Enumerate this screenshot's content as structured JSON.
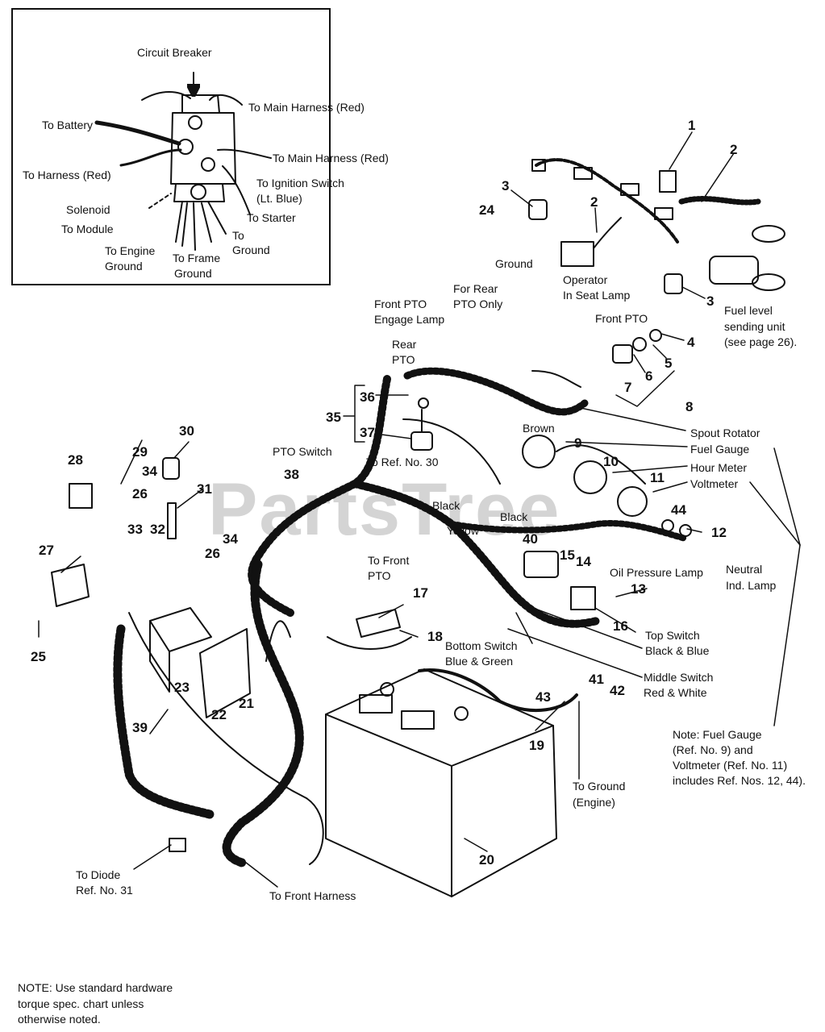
{
  "watermark": "PartsTree",
  "inset": {
    "title": "Circuit Breaker",
    "labels": {
      "to_main_harness_1": "To Main Harness (Red)",
      "to_battery": "To Battery",
      "to_main_harness_2": "To Main Harness (Red)",
      "to_harness": "To Harness (Red)",
      "to_ignition_1": "To Ignition Switch",
      "to_ignition_2": "(Lt. Blue)",
      "solenoid": "Solenoid",
      "to_starter": "To Starter",
      "to_module": "To Module",
      "to_ground_1": "To",
      "to_ground_2": "Ground",
      "to_engine_ground_1": "To Engine",
      "to_engine_ground_2": "Ground",
      "to_frame_ground_1": "To Frame",
      "to_frame_ground_2": "Ground"
    }
  },
  "callouts": {
    "fuel_level_1": "Fuel level",
    "fuel_level_2": "sending unit",
    "fuel_level_3": "(see page 26).",
    "ground": "Ground",
    "operator_1": "Operator",
    "operator_2": "In Seat Lamp",
    "for_rear_1": "For Rear",
    "for_rear_2": "PTO Only",
    "front_pto_engage_1": "Front PTO",
    "front_pto_engage_2": "Engage Lamp",
    "front_pto": "Front PTO",
    "rear_pto_1": "Rear",
    "rear_pto_2": "PTO",
    "pto_switch": "PTO Switch",
    "to_ref_30": "To Ref. No. 30",
    "brown": "Brown",
    "spout_rotator": "Spout Rotator",
    "fuel_gauge": "Fuel Gauge",
    "hour_meter": "Hour Meter",
    "voltmeter": "Voltmeter",
    "black_1": "Black",
    "black_2": "Black",
    "yellow": "Yellow",
    "to_front_pto_1": "To Front",
    "to_front_pto_2": "PTO",
    "oil_pressure": "Oil Pressure Lamp",
    "neutral_1": "Neutral",
    "neutral_2": "Ind. Lamp",
    "top_switch_1": "Top Switch",
    "top_switch_2": "Black & Blue",
    "bottom_switch_1": "Bottom Switch",
    "bottom_switch_2": "Blue & Green",
    "middle_switch_1": "Middle Switch",
    "middle_switch_2": "Red & White",
    "to_ground_engine_1": "To Ground",
    "to_ground_engine_2": "(Engine)",
    "to_diode_1": "To Diode",
    "to_diode_2": "Ref. No. 31",
    "to_front_harness": "To Front Harness"
  },
  "note_gauge": {
    "line1": "Note:  Fuel Gauge",
    "line2": "(Ref. No. 9) and",
    "line3": "Voltmeter (Ref. No. 11)",
    "line4": "includes Ref. Nos. 12, 44)."
  },
  "note_hardware": {
    "line1": "NOTE: Use standard hardware",
    "line2": "torque spec. chart unless",
    "line3": "otherwise noted."
  },
  "ref_numbers": {
    "n1": "1",
    "n2a": "2",
    "n2b": "2",
    "n3a": "3",
    "n3b": "3",
    "n4": "4",
    "n5": "5",
    "n6": "6",
    "n7": "7",
    "n8": "8",
    "n9": "9",
    "n10": "10",
    "n11": "11",
    "n12": "12",
    "n13": "13",
    "n14": "14",
    "n15": "15",
    "n16": "16",
    "n17": "17",
    "n18": "18",
    "n19": "19",
    "n20": "20",
    "n21": "21",
    "n22": "22",
    "n23": "23",
    "n24": "24",
    "n25": "25",
    "n26a": "26",
    "n26b": "26",
    "n27": "27",
    "n28": "28",
    "n29": "29",
    "n30": "30",
    "n31": "31",
    "n32": "32",
    "n33": "33",
    "n34a": "34",
    "n34b": "34",
    "n35": "35",
    "n36": "36",
    "n37": "37",
    "n38": "38",
    "n39": "39",
    "n40": "40",
    "n41": "41",
    "n42": "42",
    "n43": "43",
    "n44": "44"
  }
}
